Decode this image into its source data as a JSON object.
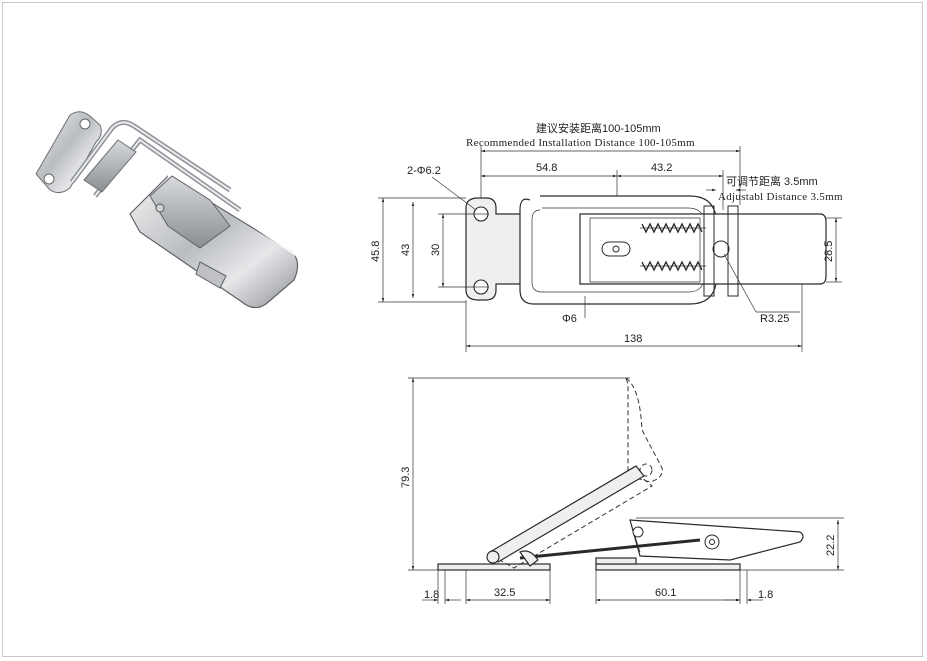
{
  "image_alt": "Stainless steel toggle latch",
  "top_view": {
    "recommended_cn": "建议安装距离100-105mm",
    "recommended_en": "Recommended Installation Distance 100-105mm",
    "adjust_cn": "可调节距离 3.5mm",
    "adjust_en": "Adjustabl Distance 3.5mm",
    "hole_label": "2-Φ6.2",
    "dim_54_8": "54.8",
    "dim_43_2": "43.2",
    "dim_45_8": "45.8",
    "dim_43": "43",
    "dim_30": "30",
    "dim_28_5": "28.5",
    "dim_phi6": "Φ6",
    "dim_r325": "R3.25",
    "dim_138": "138"
  },
  "side_view": {
    "dim_79_3": "79.3",
    "dim_22_2": "22.2",
    "dim_1_8_left": "1.8",
    "dim_32_5": "32.5",
    "dim_60_1": "60.1",
    "dim_1_8_right": "1.8"
  }
}
